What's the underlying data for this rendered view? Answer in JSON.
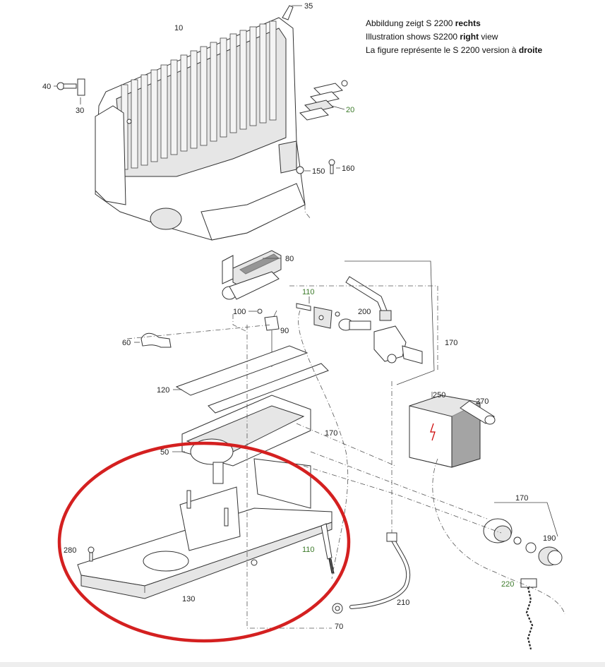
{
  "caption": {
    "line1_text": "Abbildung zeigt S 2200 ",
    "line1_bold": "rechts",
    "line2_text": "Illustration shows S2200 ",
    "line2_bold": "right",
    "line2_tail": " view",
    "line3_text": "La figure représente le S 2200 version à ",
    "line3_bold": "droite"
  },
  "callouts": {
    "c35": "35",
    "c10": "10",
    "c40": "40",
    "c30": "30",
    "c20": "20",
    "c150": "150",
    "c160": "160",
    "c80": "80",
    "c110a": "110",
    "c200": "200",
    "c100": "100",
    "c90": "90",
    "c60": "60",
    "c170a": "170",
    "c120": "120",
    "c250": "250",
    "c270": "270",
    "c170b": "170",
    "c50": "50",
    "c170c": "170",
    "c190": "190",
    "c280": "280",
    "c110b": "110",
    "c220": "220",
    "c130": "130",
    "c210": "210",
    "c70": "70"
  },
  "colors": {
    "highlight_ring": "#d42020",
    "green_label": "#3c7a2a",
    "line": "#333333"
  }
}
